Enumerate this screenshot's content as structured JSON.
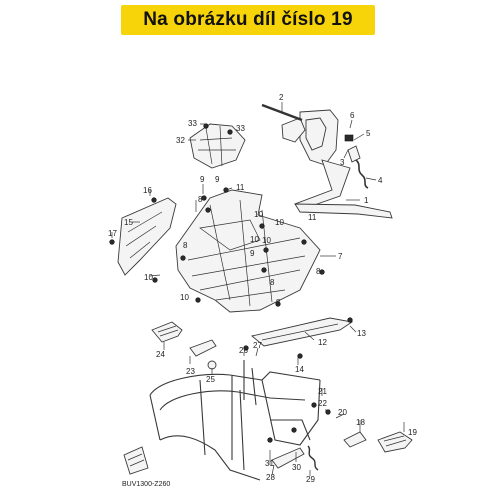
{
  "banner": {
    "title": "Na obrázku díl číslo 19",
    "color": "#f7d40a"
  },
  "diagram_code": "BUV1300-Z260",
  "callouts": [
    "1",
    "2",
    "3",
    "4",
    "5",
    "6",
    "7",
    "8",
    "9",
    "10",
    "11",
    "12",
    "13",
    "14",
    "15",
    "16",
    "17",
    "18",
    "19",
    "20",
    "21",
    "22",
    "23",
    "24",
    "25",
    "26",
    "27",
    "28",
    "29",
    "30",
    "31",
    "32",
    "33"
  ]
}
